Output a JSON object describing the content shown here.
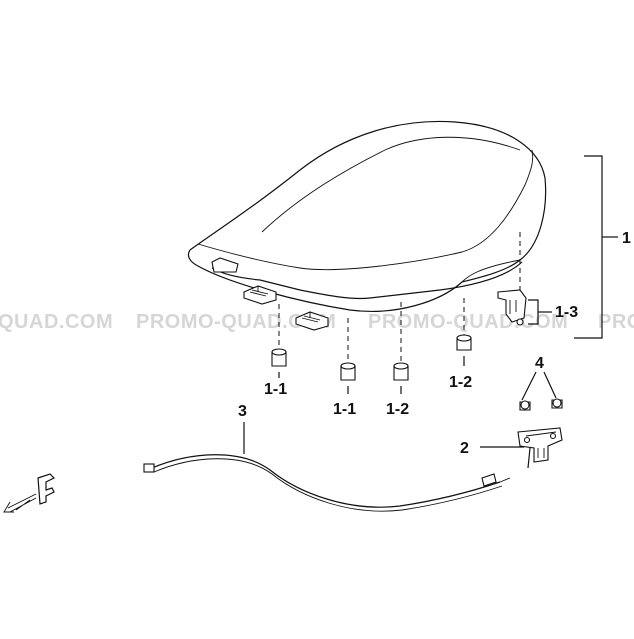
{
  "watermark": {
    "left_fragment": "QUAD.COM",
    "center": "PROMO-QUAD.COM",
    "center2": "PROMO-QUAD.COM",
    "right_fragment": "PRO"
  },
  "callouts": {
    "c1": "1",
    "c1_3": "1-3",
    "c1_1_left": "1-1",
    "c1_1_center": "1-1",
    "c1_2_center": "1-2",
    "c1_2_right": "1-2",
    "c2": "2",
    "c3": "3",
    "c4": "4"
  },
  "icons": {
    "front_arrow": "front-direction-arrow-icon"
  }
}
